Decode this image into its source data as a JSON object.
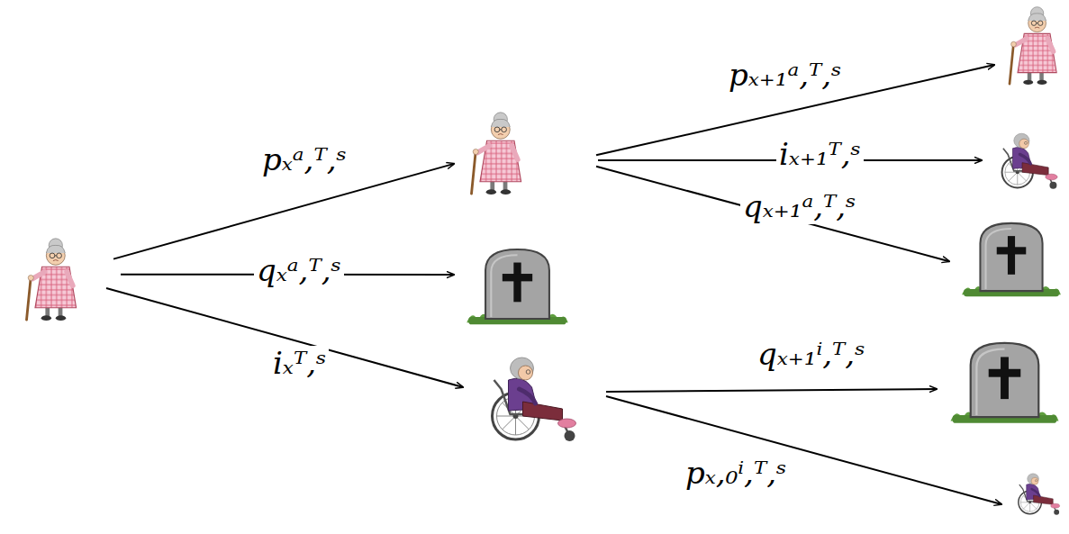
{
  "diagram": {
    "nodes": [
      {
        "text": []
      },
      {
        "text": []
      },
      {
        "text": []
      },
      {
        "text": []
      },
      {
        "text": []
      },
      {
        "text": []
      },
      {
        "text": []
      },
      {
        "text": []
      },
      {
        "text": []
      }
    ],
    "edges": [
      {
        "from": 0,
        "to": 1,
        "arrow": "to",
        "label": "pₓᵃ,ᵀ,ˢ"
      },
      {
        "from": 0,
        "to": 2,
        "arrow": "to",
        "label": "qₓᵃ,ᵀ,ˢ"
      },
      {
        "from": 0,
        "to": 3,
        "arrow": "to",
        "label": "iₓᵀ,ˢ"
      },
      {
        "from": 1,
        "to": 4,
        "arrow": "to",
        "label": "pₓ₊₁ᵃ,ᵀ,ˢ"
      },
      {
        "from": 1,
        "to": 5,
        "arrow": "to",
        "label": "iₓ₊₁ᵀ,ˢ"
      },
      {
        "from": 1,
        "to": 6,
        "arrow": "to",
        "label": "qₓ₊₁ᵃ,ᵀ,ˢ"
      },
      {
        "from": 3,
        "to": 7,
        "arrow": "to",
        "label": "qₓ₊₁ⁱ,ᵀ,ˢ"
      },
      {
        "from": 3,
        "to": 8,
        "arrow": "to",
        "label": "pₓ,₀ⁱ,ᵀ,ˢ"
      }
    ]
  }
}
